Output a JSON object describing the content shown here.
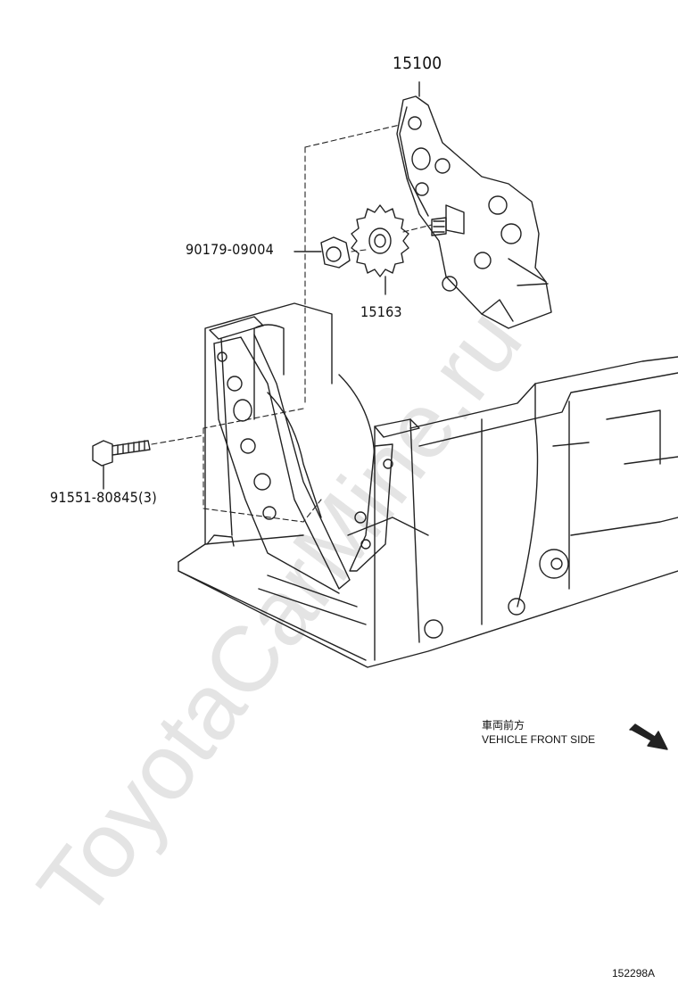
{
  "watermark": "ToyotaCarMine.ru",
  "parts": [
    {
      "id": "oil-pump",
      "label": "15100"
    },
    {
      "id": "nut",
      "label": "90179-09004"
    },
    {
      "id": "sprocket",
      "label": "15163"
    },
    {
      "id": "bolt",
      "label": "91551-80845(3)"
    }
  ],
  "direction": {
    "jp_text": "車両前方",
    "en_text": "VEHICLE FRONT SIDE"
  },
  "figure_code": "152298A"
}
